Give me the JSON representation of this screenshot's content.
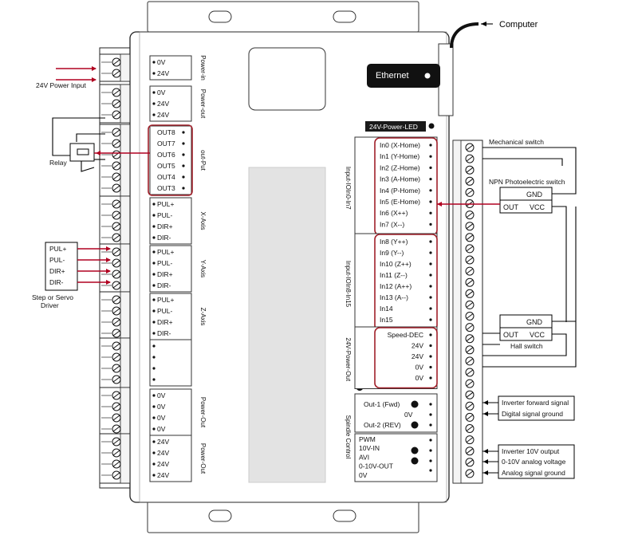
{
  "external": {
    "computer": "Computer",
    "power_input": "24V Power Input",
    "relay": "Relay",
    "driver_signals": [
      "PUL+",
      "PUL-",
      "DIR+",
      "DIR-"
    ],
    "driver_label_1": "Step or Servo",
    "driver_label_2": "Driver",
    "mechanical_switch": "Mechanical switch",
    "npn_switch": "NPN Photoelectric switch",
    "npn_gnd": "GND",
    "npn_out": "OUT",
    "npn_vcc": "VCC",
    "hall_gnd": "GND",
    "hall_out": "OUT",
    "hall_vcc": "VCC",
    "hall_switch": "Hall switch",
    "inverter_labels": [
      "Inverter forward signal",
      "Digital signal ground",
      "Inverter 10V output",
      "0-10V analog voltage",
      "Analog signal ground"
    ]
  },
  "board": {
    "ethernet": "Ethernet",
    "power_led": "24V-Power-LED",
    "left_groups": [
      {
        "title": "Power-in",
        "rows": [
          "0V",
          "24V"
        ]
      },
      {
        "title": "Power-out",
        "rows": [
          "0V",
          "24V",
          "24V"
        ]
      },
      {
        "title": "out-Put",
        "rows": [
          "OUT8",
          "OUT7",
          "OUT6",
          "OUT5",
          "OUT4",
          "OUT3"
        ]
      },
      {
        "title": "X-Axis",
        "rows": [
          "PUL+",
          "PUL-",
          "DIR+",
          "DIR-"
        ]
      },
      {
        "title": "Y-Axis",
        "rows": [
          "PUL+",
          "PUL-",
          "DIR+",
          "DIR-"
        ]
      },
      {
        "title": "Z-Axis",
        "rows": [
          "PUL+",
          "PUL-",
          "DIR+",
          "DIR-"
        ]
      },
      {
        "title": "",
        "rows": [
          "",
          "",
          "",
          ""
        ]
      },
      {
        "title": "Power-Out",
        "rows": [
          "0V",
          "0V",
          "0V",
          "0V"
        ]
      },
      {
        "title": "Power-Out",
        "rows": [
          "24V",
          "24V",
          "24V",
          "24V"
        ]
      }
    ],
    "right_groups": [
      {
        "title": "Input-IOIn0-In7",
        "rows": [
          "In0 (X-Home)",
          "In1 (Y-Home)",
          "In2 (Z-Home)",
          "In3 (A-Home)",
          "In4 (P-Home)",
          "In5 (E-Home)",
          "In6 (X++)",
          "In7 (X--)"
        ]
      },
      {
        "title": "Input-IOIn8-In15",
        "rows": [
          "In8 (Y++)",
          "In9 (Y--)",
          "In10 (Z++)",
          "In11 (Z--)",
          "In12 (A++)",
          "In13 (A--)",
          "In14",
          "In15"
        ]
      },
      {
        "title": "24V-Power-Out",
        "rows": [
          "Speed-DEC",
          "24V",
          "24V",
          "0V",
          "0V"
        ]
      }
    ],
    "spindle_title": "Spindle Control",
    "spindle_rows_1": [
      "Out-1 (Fwd)",
      "0V",
      "Out-2 (REV)"
    ],
    "spindle_rows_2": [
      "PWM",
      "10V-IN",
      "AVI",
      "0-10V-OUT",
      "0V"
    ]
  }
}
